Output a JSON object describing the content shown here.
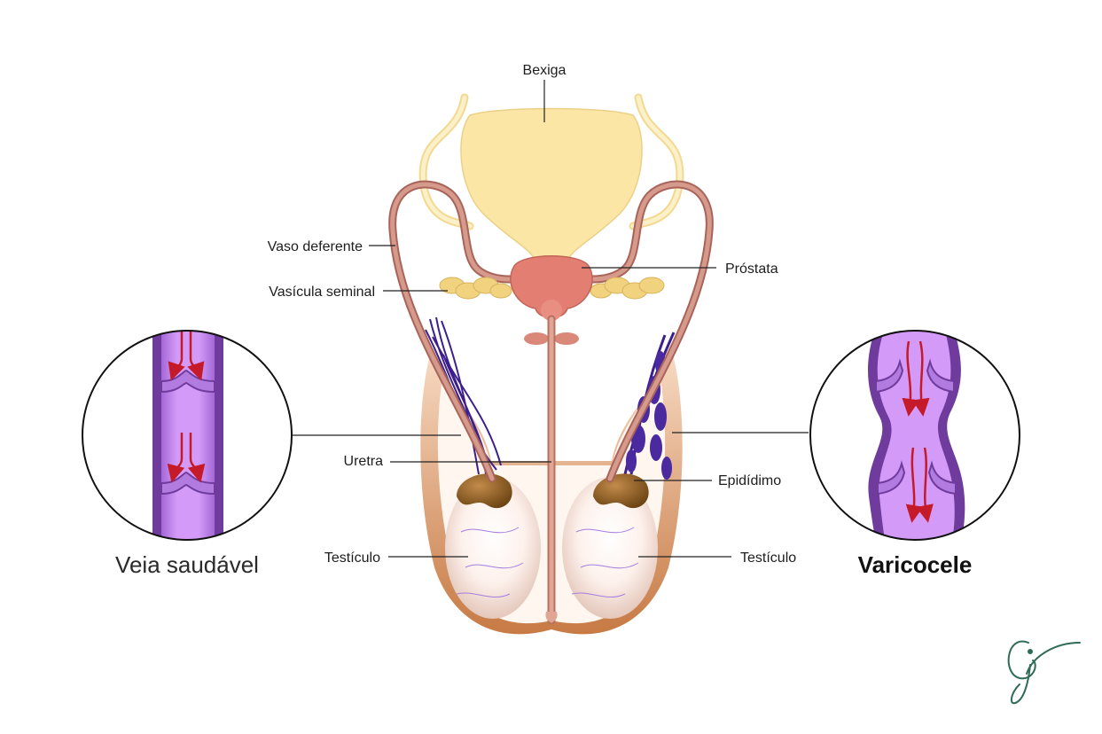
{
  "labels": {
    "bladder": "Bexiga",
    "vas_deferens": "Vaso deferente",
    "prostate": "Próstata",
    "seminal_vesicle": "Vasícula seminal",
    "urethra": "Uretra",
    "epididymis": "Epidídimo",
    "testicle_left": "Testículo",
    "testicle_right": "Testículo"
  },
  "captions": {
    "healthy_vein": "Veia saudável",
    "varicocele": "Varicocele"
  },
  "colors": {
    "bladder": "#fbe6a6",
    "prostate": "#e27f72",
    "duct": "#c98575",
    "vein": "#c27cf2",
    "vein_dark": "#6f3b9c",
    "veins_network": "#3c1f8c",
    "arrow": "#c41a2a",
    "epididymis": "#8a5a1e",
    "logo": "#2f6b55"
  },
  "icons": {
    "logo": "logo-icon"
  }
}
